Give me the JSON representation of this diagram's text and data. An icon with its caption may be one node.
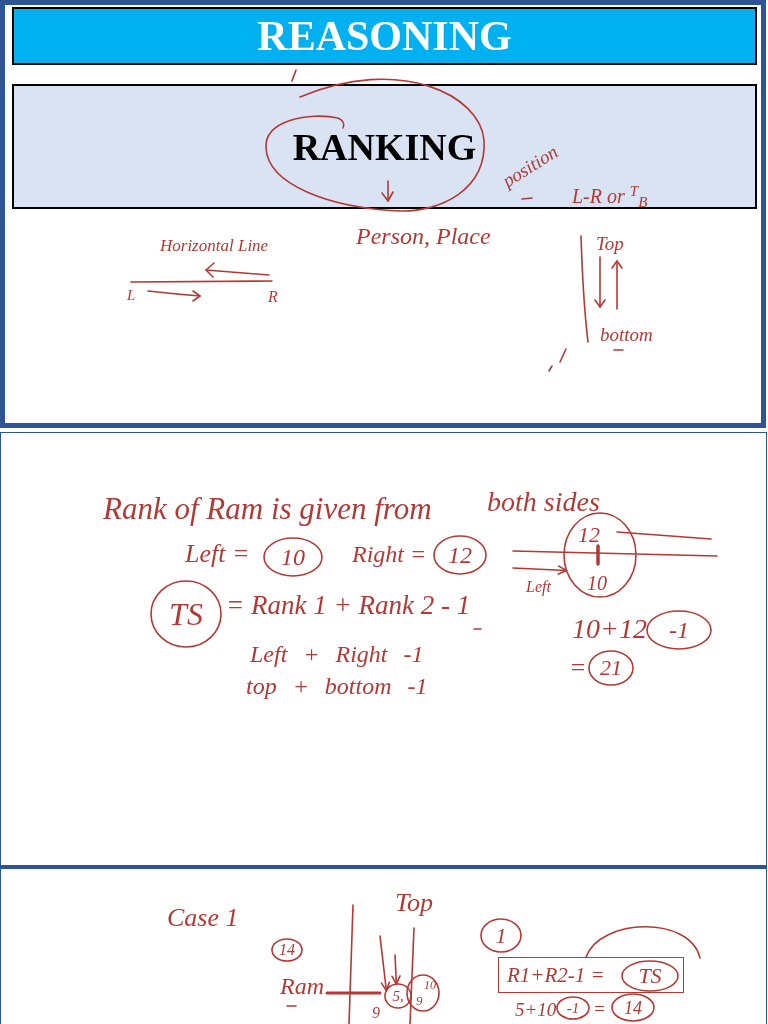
{
  "diagram": {
    "nodes": [
      {
        "text": [
          "REASONING"
        ]
      },
      {
        "text": [
          "RANKING"
        ]
      },
      {
        "text": [
          "10"
        ]
      },
      {
        "text": [
          "12"
        ]
      },
      {
        "text": [
          "TS"
        ]
      },
      {
        "text": [
          "12",
          "10"
        ]
      },
      {
        "text": [
          "-1"
        ]
      },
      {
        "text": [
          "21"
        ]
      },
      {
        "text": [
          "14"
        ]
      },
      {
        "text": [
          "5,"
        ]
      },
      {
        "text": [
          "9",
          "10"
        ]
      },
      {
        "text": [
          "1"
        ]
      },
      {
        "text": [
          "R1+R2-1 ="
        ]
      },
      {
        "text": [
          "TS"
        ],
        "in": 12
      },
      {
        "text": [
          "-1"
        ]
      },
      {
        "text": [
          "14"
        ]
      }
    ],
    "edges": [
      {
        "from": null,
        "to": 5,
        "arrow": "to"
      },
      {
        "from": null,
        "to": 9,
        "arrow": "to"
      },
      {
        "from": null,
        "to": 9,
        "arrow": "to"
      }
    ],
    "labels": [
      "position",
      "L-R or $^{T}$$_{B}$",
      "Horizontal Line",
      "Person, Place",
      "Top",
      "L",
      "R",
      "bottom",
      "Rank of Ram is given from",
      "both sides",
      "Left =",
      "Right =",
      "= Rank 1 + Rank 2 - 1",
      "Left",
      "10+12",
      "Left + Right -1",
      "=",
      "top + bottom -1",
      "Case 1",
      "Top",
      "Ram",
      "9",
      "5+10",
      "="
    ]
  }
}
